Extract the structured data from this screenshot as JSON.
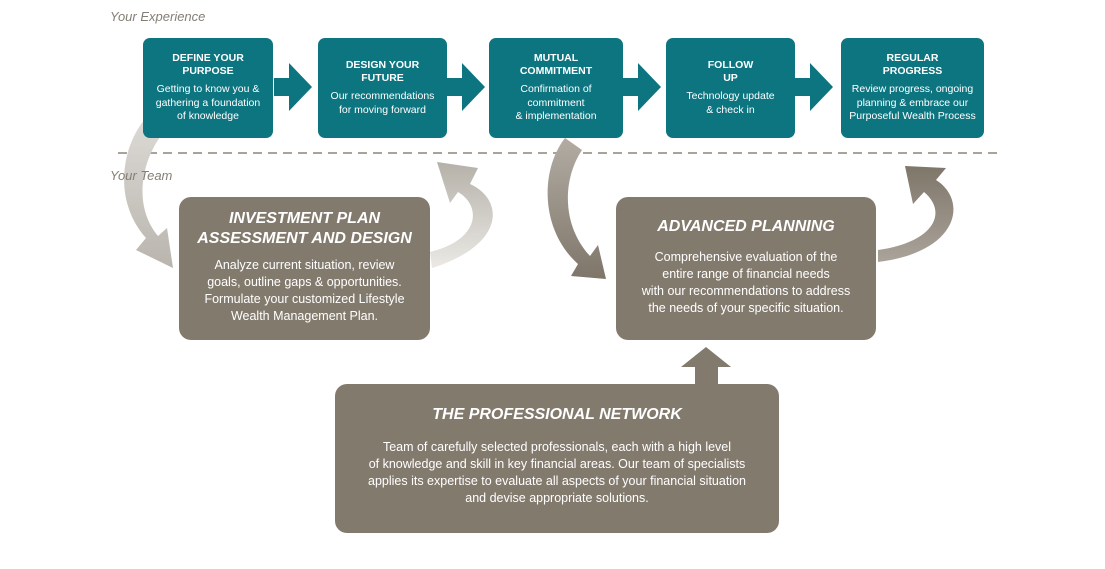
{
  "labels": {
    "experience": "Your Experience",
    "team": "Your Team"
  },
  "steps": [
    {
      "title": "DEFINE YOUR\nPURPOSE",
      "desc": "Getting to know you &\ngathering a foundation\nof knowledge"
    },
    {
      "title": "DESIGN YOUR\nFUTURE",
      "desc": "Our recommendations\nfor moving forward"
    },
    {
      "title": "MUTUAL\nCOMMITMENT",
      "desc": "Confirmation of\ncommitment\n& implementation"
    },
    {
      "title": "FOLLOW\nUP",
      "desc": "Technology update\n& check in"
    },
    {
      "title": "REGULAR\nPROGRESS",
      "desc": "Review progress, ongoing\nplanning & embrace our\nPurposeful Wealth Process"
    }
  ],
  "team_boxes": {
    "investment": {
      "title": "INVESTMENT PLAN\nASSESSMENT AND DESIGN",
      "desc": "Analyze current situation, review\ngoals, outline gaps & opportunities.\nFormulate your customized Lifestyle\nWealth Management Plan."
    },
    "advanced": {
      "title": "ADVANCED PLANNING",
      "desc": "Comprehensive evaluation of the\nentire range of financial needs\nwith our recommendations to address\nthe needs of your specific situation."
    },
    "network": {
      "title": "THE PROFESSIONAL NETWORK",
      "desc": "Team of carefully selected professionals, each with a high level\nof knowledge and skill in key financial areas. Our team of specialists\napplies its expertise to evaluate all aspects of your financial situation\nand devise appropriate solutions."
    }
  },
  "colors": {
    "teal": "#0d7580",
    "gray_box": "#837a6e",
    "arrow_light": "#c6c3bc",
    "arrow_dark": "#8a8176",
    "dashed": "#a8a39b"
  }
}
